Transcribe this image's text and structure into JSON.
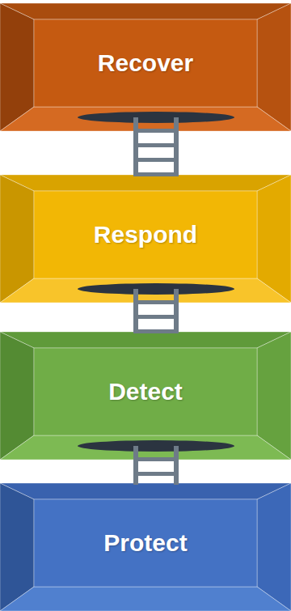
{
  "diagram": {
    "nodes": [
      {
        "text": [
          "Recover"
        ]
      },
      {
        "text": [
          "Respond"
        ]
      },
      {
        "text": [
          "Detect"
        ]
      },
      {
        "text": [
          "Protect"
        ]
      }
    ],
    "edges": [
      {
        "from": 0,
        "to": 1,
        "arrow": "none"
      },
      {
        "from": 1,
        "to": 2,
        "arrow": "none"
      },
      {
        "from": 2,
        "to": 3,
        "arrow": "none"
      }
    ]
  }
}
